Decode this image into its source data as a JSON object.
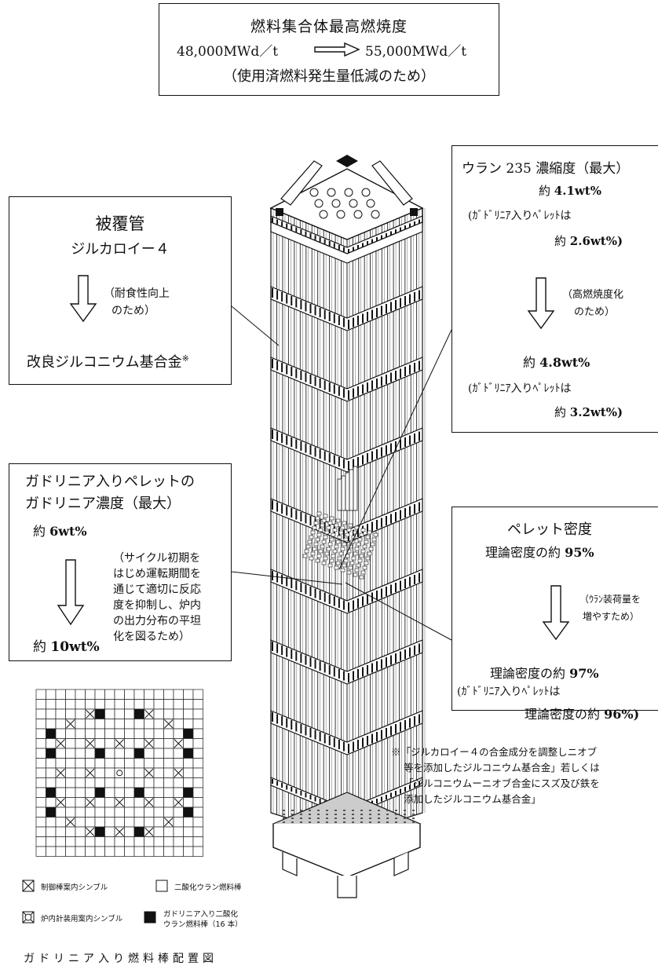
{
  "header": {
    "title": "燃料集合体最高燃焼度",
    "from": "48,000MWd／t",
    "to": "55,000MWd／t",
    "reason": "（使用済燃料発生量低減のため）"
  },
  "cladding": {
    "title": "被覆管",
    "before": "ジルカロイー４",
    "reason_line1": "（耐食性向上",
    "reason_line2": "のため）",
    "after_prefix": "改良ジルコニウム基合金",
    "after_mark": "※"
  },
  "gadolinia": {
    "title_line1": "ガドリニア入りペレットの",
    "title_line2": "ガドリニア濃度（最大）",
    "before_prefix": "約",
    "before_value": "6wt%",
    "reason": [
      "（サイクル初期を",
      "はじめ運転期間を",
      "通じて適切に反応",
      "度を抑制し、炉内",
      "の出力分布の平坦",
      "化を図るため）"
    ],
    "after_prefix": "約",
    "after_value": "10wt%"
  },
  "enrichment": {
    "title": "ウラン 235 濃縮度（最大）",
    "before_prefix": "約",
    "before_value": "4.1wt%",
    "gd_note_prefix": "(ｶﾞﾄﾞﾘﾆｱ入りﾍﾟﾚｯﾄは",
    "gd_before_prefix": "約",
    "gd_before_value": "2.6wt%)",
    "reason_line1": "（高燃焼度化",
    "reason_line2": "のため）",
    "after_prefix": "約",
    "after_value": "4.8wt%",
    "gd_note_prefix2": "(ｶﾞﾄﾞﾘﾆｱ入りﾍﾟﾚｯﾄは",
    "gd_after_prefix": "約",
    "gd_after_value": "3.2wt%)"
  },
  "density": {
    "title": "ペレット密度",
    "before_prefix": "理論密度の約",
    "before_value": "95%",
    "reason_line1": "（ｳﾗﾝ装荷量を",
    "reason_line2": "増やすため）",
    "after_prefix": "理論密度の約",
    "after_value": "97%",
    "gd_note": "(ｶﾞﾄﾞﾘﾆｱ入りﾍﾟﾚｯﾄは",
    "gd_after_prefix": "理論密度の約",
    "gd_after_value": "96%)"
  },
  "footnote": {
    "line1": "※「ジルカロイー４の合金成分を調整しニオブ",
    "line2": "等を添加したジルコニウム基合金」若しくは",
    "line3": "「ジルコニウムーニオブ合金にスズ及び鉄を",
    "line4": "添加したジルコニウム基合金」"
  },
  "legend": {
    "control_rod_guide": "制御棒案内シンブル",
    "uo2_rod": "二酸化ウラン燃料棒",
    "instrument_guide": "炉内計装用案内シンブル",
    "gd_rod_line1": "ガドリニア入り二酸化",
    "gd_rod_line2": "ウラン燃料棒（16 本）"
  },
  "layout_title": "ガドリニア入り燃料棒配置図"
}
